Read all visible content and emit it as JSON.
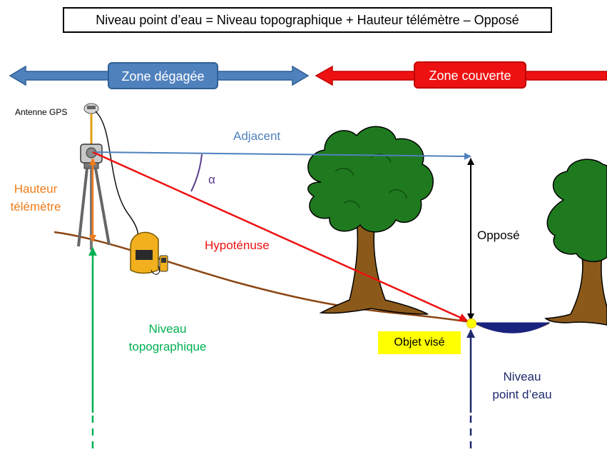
{
  "formula": "Niveau point d’eau = Niveau topographique + Hauteur télémètre – Opposé",
  "zones": {
    "degagee": "Zone dégagée",
    "couverte": "Zone couverte"
  },
  "labels": {
    "antenne": "Antenne GPS",
    "adjacent": "Adjacent",
    "alpha": "α",
    "hauteur_line1": "Hauteur",
    "hauteur_line2": "télémètre",
    "hypotenuse": "Hypoténuse",
    "oppose": "Opposé",
    "niveau_topo_line1": "Niveau",
    "niveau_topo_line2": "topographique",
    "objet_vise": "Objet visé",
    "niveau_eau_line1": "Niveau",
    "niveau_eau_line2": "point d’eau"
  },
  "colors": {
    "zone_degagee": "#4f81bd",
    "zone_couverte": "#ee1111",
    "adjacent": "#4f81bd",
    "hypotenuse": "#ee1111",
    "hauteur": "#f07c1a",
    "niveau_topo": "#00b050",
    "niveau_eau": "#1f2a6e",
    "ground": "#8b4513",
    "tree_foliage": "#1f7a1f",
    "tree_trunk": "#8b5a1a",
    "objet_vise": "#ffff00"
  },
  "icons": [
    "gps-antenna-icon",
    "total-station-tripod-icon",
    "gps-backpack-icon",
    "tree-icon",
    "angle-arc-icon"
  ]
}
